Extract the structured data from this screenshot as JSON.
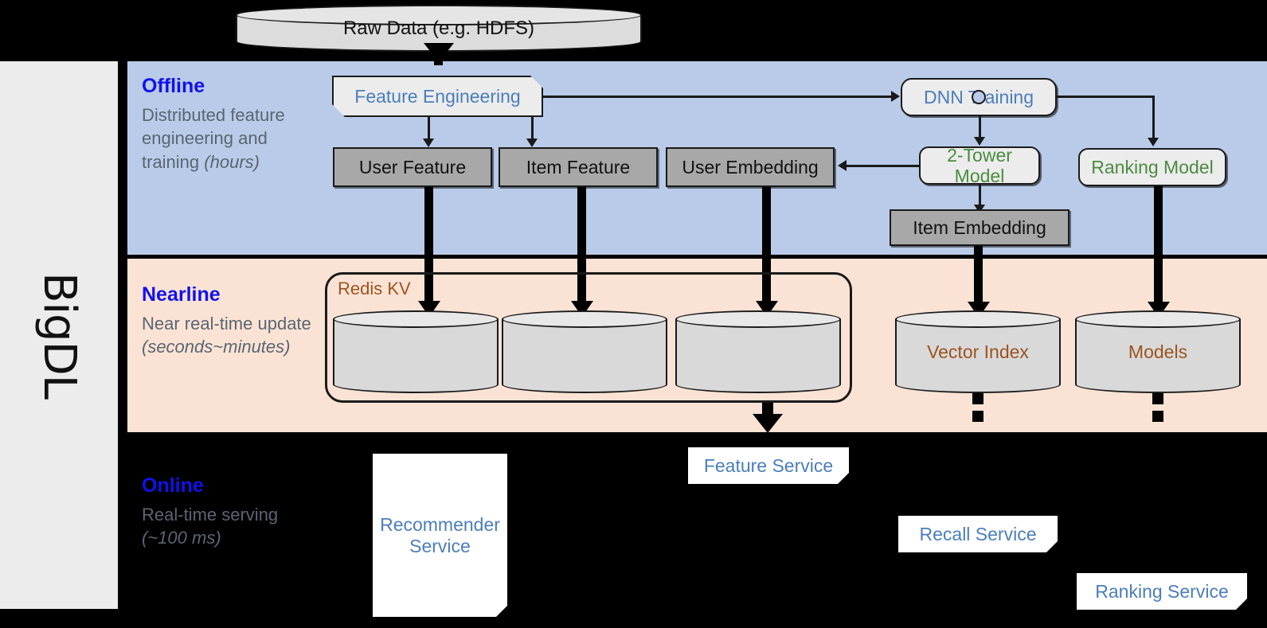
{
  "sidebar": {
    "label": "BigDL"
  },
  "sections": [
    {
      "id": "offline",
      "title": "Offline",
      "desc_line1": "Distributed feature engineering and training ",
      "desc_em": "(hours)",
      "bg": "#b9cbe8"
    },
    {
      "id": "nearline",
      "title": "Nearline",
      "desc_line1": "Near real-time update ",
      "desc_em": "(seconds~minutes)",
      "bg": "#fae3d4"
    },
    {
      "id": "online",
      "title": "Online",
      "desc_line1": "Real-time serving ",
      "desc_em": "(~100 ms)",
      "bg": "#000000"
    }
  ],
  "nodes": {
    "raw_data": "Raw Data (e.g. HDFS)",
    "feature_engineering": "Feature Engineering",
    "dnn_training": "DNN Training",
    "user_feature": "User Feature",
    "item_feature": "Item Feature",
    "user_embedding": "User Embedding",
    "two_tower_model": "2-Tower Model",
    "ranking_model": "Ranking Model",
    "item_embedding": "Item Embedding",
    "redis_kv": "Redis KV",
    "vector_index": "Vector Index",
    "models": "Models",
    "recommender_service_l1": "Recommender",
    "recommender_service_l2": "Service",
    "feature_service": "Feature Service",
    "recall_service": "Recall Service",
    "ranking_service": "Ranking Service"
  },
  "colors": {
    "offline_band": "#b9cbe8",
    "nearline_band": "#fae3d4",
    "online_band": "#000000",
    "section_title": "#1111ee",
    "section_desc": "#5a6573",
    "process_text": "#4a7ebb",
    "model_text": "#4a8c3f",
    "store_fill": "#a8a8a8",
    "cylinder_text": "#9c5420",
    "sidebar_bg": "#ececec"
  }
}
